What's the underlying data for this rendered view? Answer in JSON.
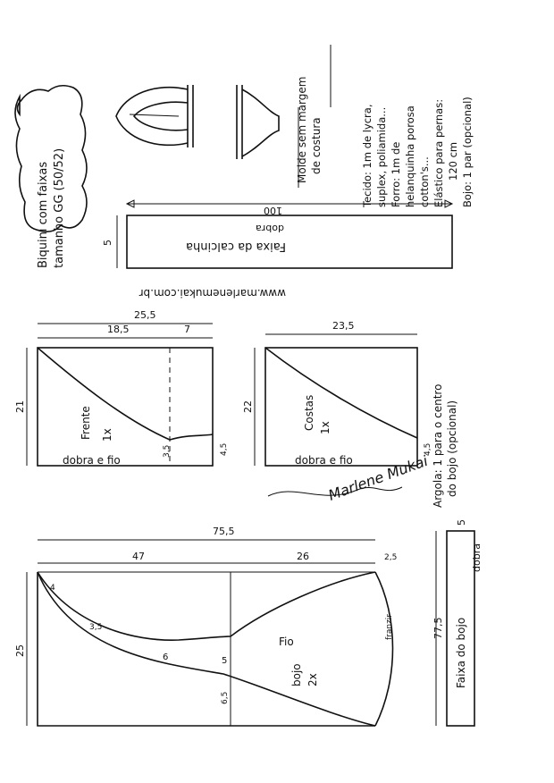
{
  "title": {
    "line1": "Biquini com faixas",
    "line2": "tamanho GG (50/52)"
  },
  "note_margin": {
    "line1": "Molde sem margem",
    "line2": "de costura"
  },
  "materials": [
    "Tecido: 1m de lycra,",
    "suplex, poliamida...",
    "Forro: 1m de",
    "helanquinha porosa",
    "cotton's...",
    "Elástico para pernas:",
    "120 cm",
    "Bojo: 1 par (opcional)"
  ],
  "band_bottom": {
    "label": "Faixa da calcinha",
    "fold": "dobra",
    "length": "100",
    "width": "5"
  },
  "website": "www.marlenemukai.com.br",
  "front": {
    "label": "Frente",
    "qty": "1x",
    "fold": "dobra e fio",
    "width_total": "25,5",
    "width_part": "18,5",
    "width_extra": "7",
    "height": "21",
    "val_a": "3,5",
    "val_b": "4,5"
  },
  "back": {
    "label": "Costas",
    "qty": "1x",
    "fold": "dobra e fio",
    "width": "23,5",
    "height": "22",
    "val_b": "4,5"
  },
  "loops_note": {
    "line1": "Argola: 1 para o centro",
    "line2": "do bojo (opcional)"
  },
  "signature": "Marlene Mukai",
  "cup": {
    "width_total": "75,5",
    "part_a": "47",
    "part_b": "26",
    "part_c": "2,5",
    "height": "25",
    "label": "bojo",
    "qty": "2x",
    "grain": "Fio",
    "franzir": "franzir",
    "val_4": "4",
    "val_35": "3,5",
    "val_6": "6",
    "val_5": "5",
    "val_65": "6,5"
  },
  "band_cup": {
    "label": "Faixa do bojo",
    "fold": "dobra",
    "length": "77,5",
    "width": "5"
  }
}
